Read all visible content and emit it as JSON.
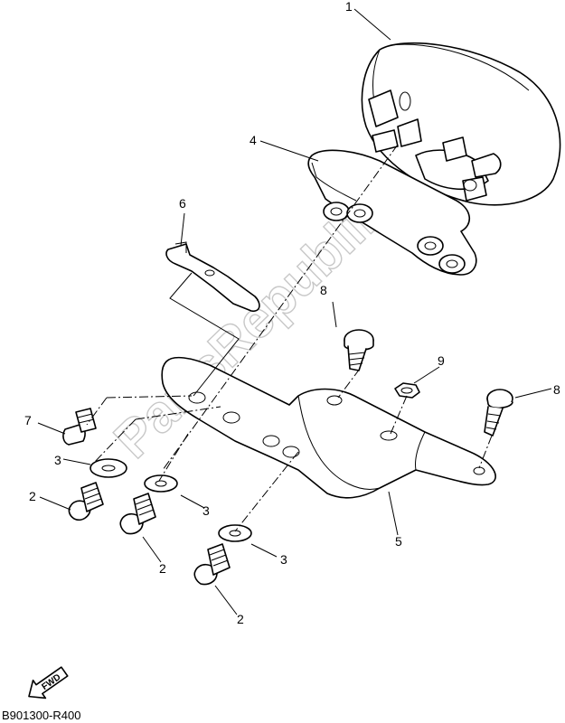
{
  "watermark": {
    "text": "PartsRepublik",
    "color": "#c8c8c8"
  },
  "callouts": {
    "c1": "1",
    "c2a": "2",
    "c2b": "2",
    "c2c": "2",
    "c3a": "3",
    "c3b": "3",
    "c3c": "3",
    "c4": "4",
    "c5": "5",
    "c6": "6",
    "c7": "7",
    "c8a": "8",
    "c8b": "8",
    "c9": "9"
  },
  "fwd_label": "FWD",
  "diagram_code": "B901300-R400",
  "colors": {
    "line": "#000000",
    "background": "#ffffff"
  }
}
